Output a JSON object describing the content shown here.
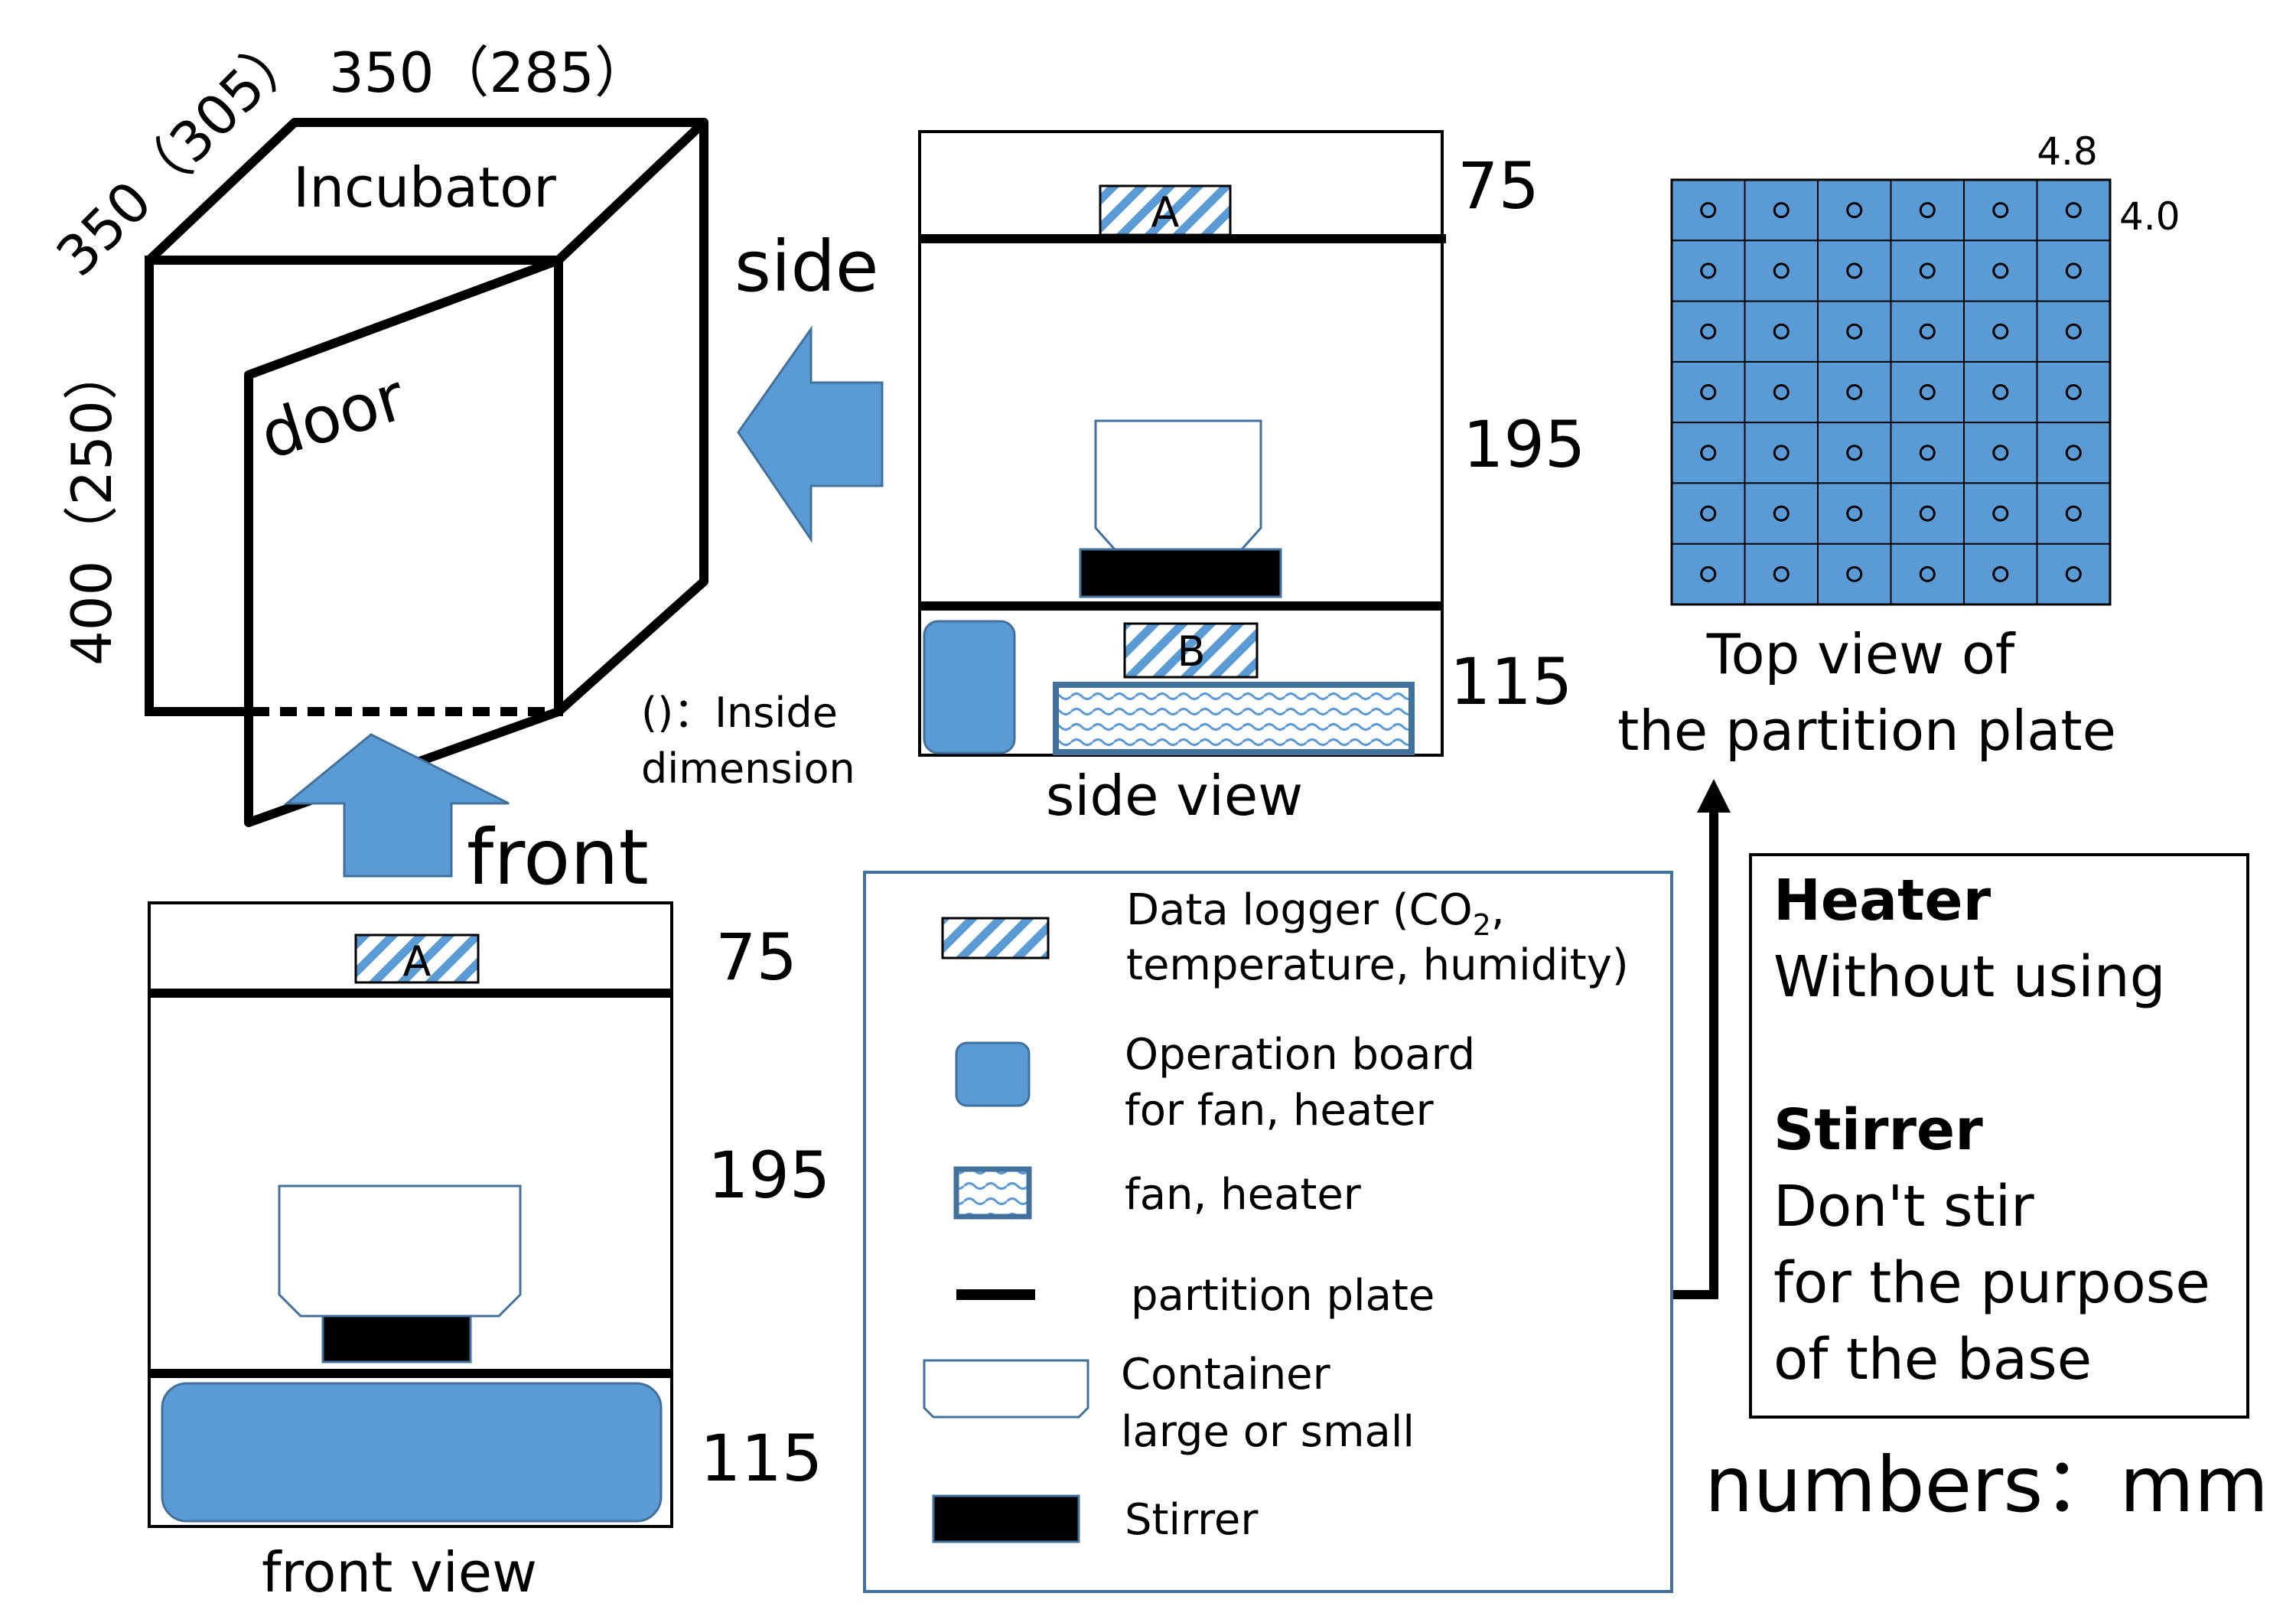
{
  "colors": {
    "blue": "#5b9bd5",
    "blue_stroke": "#41719c",
    "black": "#000000",
    "white": "#ffffff"
  },
  "incubator": {
    "title": "Incubator",
    "door": "door",
    "dim_width": "350（285）",
    "dim_depth": "350（305）",
    "dim_height": "400（250）",
    "inside_note_line1": "()：Inside",
    "inside_note_line2": "dimension"
  },
  "arrows": {
    "side": "side",
    "front": "front"
  },
  "side_view": {
    "caption": "side view",
    "dim_top": "75",
    "dim_middle": "195",
    "dim_bottom": "115",
    "logger_a": "A",
    "logger_b": "B"
  },
  "front_view": {
    "caption": "front view",
    "dim_top": "75",
    "dim_middle": "195",
    "dim_bottom": "115",
    "logger_a": "A"
  },
  "top_view": {
    "caption_line1": "Top view of",
    "caption_line2": "the partition plate",
    "dim_cell_width": "4.8",
    "dim_cell_height": "4.0",
    "grid_cols": 6,
    "grid_rows": 7
  },
  "legend": {
    "logger_line1": "Data logger (CO",
    "logger_sub": "2",
    "logger_line1_end": ",",
    "logger_line2": "temperature, humidity)",
    "board_line1": "Operation board",
    "board_line2": "for fan, heater",
    "fan": "fan, heater",
    "plate": "partition plate",
    "container_line1": "Container",
    "container_line2": "large or small",
    "stirrer": "Stirrer"
  },
  "notes": {
    "heater_title": "Heater",
    "heater_text": "Without using",
    "stirrer_title": "Stirrer",
    "stirrer_line1": "Don't stir",
    "stirrer_line2": "for the purpose",
    "stirrer_line3": "of the base"
  },
  "units": "numbers：mm"
}
